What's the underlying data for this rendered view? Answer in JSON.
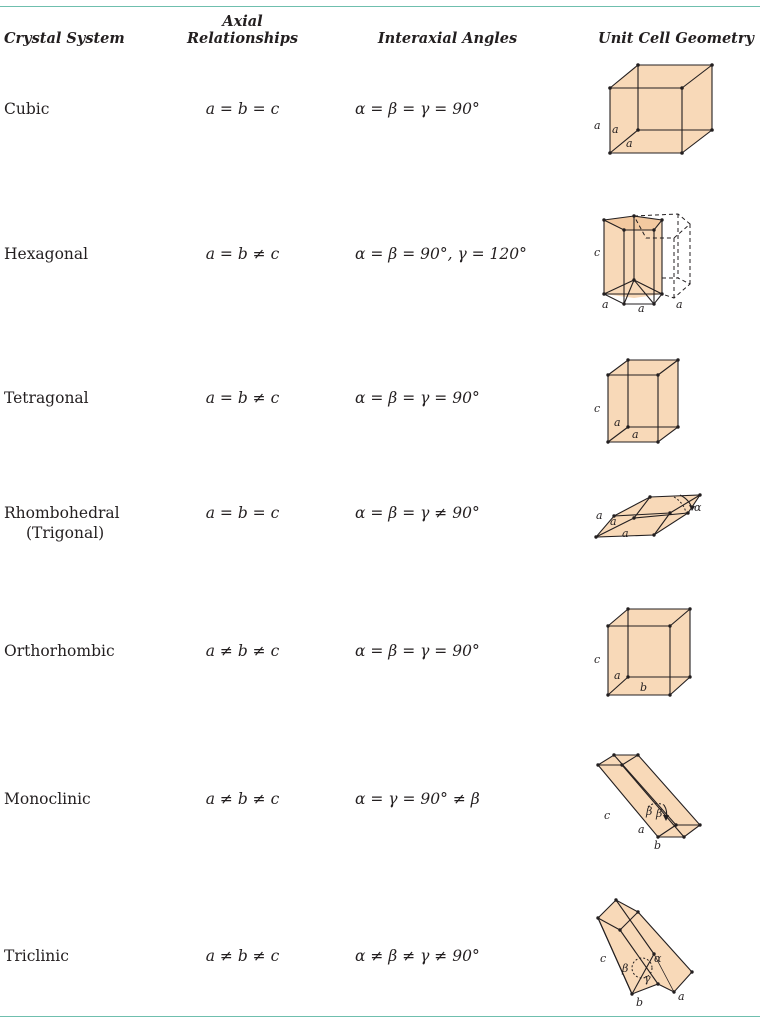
{
  "header": {
    "crystal_system": "Crystal System",
    "axial_line1": "Axial",
    "axial_line2": "Relationships",
    "interaxial": "Interaxial Angles",
    "geometry": "Unit Cell Geometry"
  },
  "rows": [
    {
      "system": "Cubic",
      "axial": "a = b = c",
      "angles": "α = β = γ = 90°",
      "labels": [
        "a",
        "a",
        "a"
      ],
      "icon": "cubic-unit-cell-icon"
    },
    {
      "system": "Hexagonal",
      "axial": "a = b ≠ c",
      "angles": "α = β = 90°, γ = 120°",
      "labels": [
        "c",
        "a",
        "a",
        "a"
      ],
      "icon": "hexagonal-unit-cell-icon"
    },
    {
      "system": "Tetragonal",
      "axial": "a = b ≠ c",
      "angles": "α = β = γ = 90°",
      "labels": [
        "c",
        "a",
        "a"
      ],
      "icon": "tetragonal-unit-cell-icon"
    },
    {
      "system": "Rhombohedral",
      "system_sub": "(Trigonal)",
      "axial": "a = b = c",
      "angles": "α = β = γ ≠ 90°",
      "labels": [
        "a",
        "a",
        "a",
        "α"
      ],
      "icon": "rhombohedral-unit-cell-icon"
    },
    {
      "system": "Orthorhombic",
      "axial": "a ≠ b ≠ c",
      "angles": "α = β = γ = 90°",
      "labels": [
        "c",
        "a",
        "b"
      ],
      "icon": "orthorhombic-unit-cell-icon"
    },
    {
      "system": "Monoclinic",
      "axial": "a ≠ b ≠ c",
      "angles": "α = γ = 90° ≠ β",
      "labels": [
        "c",
        "β",
        "β",
        "a",
        "b"
      ],
      "icon": "monoclinic-unit-cell-icon"
    },
    {
      "system": "Triclinic",
      "axial": "a ≠ b ≠ c",
      "angles": "α ≠ β ≠ γ ≠ 90°",
      "labels": [
        "c",
        "α",
        "β",
        "γ",
        "a",
        "b"
      ],
      "icon": "triclinic-unit-cell-icon"
    }
  ],
  "colors": {
    "cell_fill": "#f8d9b8",
    "rule": "#6fbfae",
    "ink": "#231f20"
  }
}
